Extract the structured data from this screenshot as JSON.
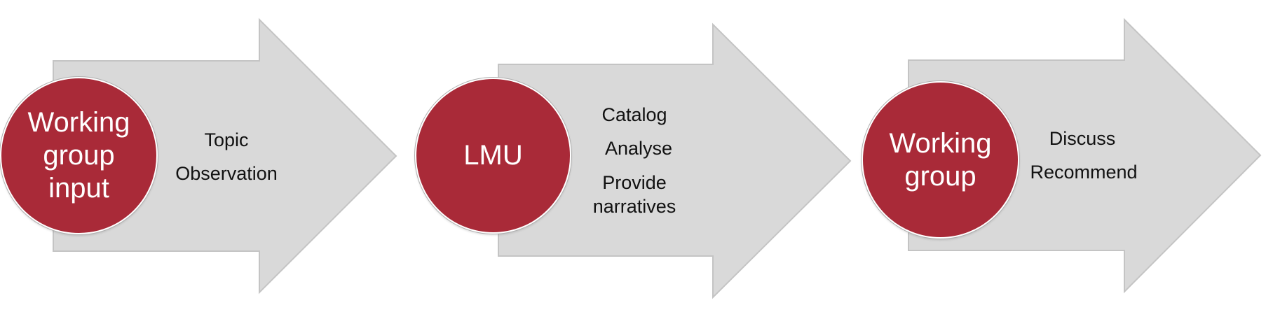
{
  "colors": {
    "arrow_fill": "#d9d9d9",
    "arrow_stroke": "#c4c4c4",
    "circle_fill": "#a92a38",
    "circle_text": "#ffffff",
    "item_text": "#111111"
  },
  "steps": [
    {
      "circle_lines": [
        "Working",
        "group",
        "input"
      ],
      "items": [
        "Topic",
        "Observation"
      ]
    },
    {
      "circle_lines": [
        "LMU"
      ],
      "items": [
        "Catalog",
        "Analyse",
        "Provide",
        "narratives"
      ]
    },
    {
      "circle_lines": [
        "Working",
        "group"
      ],
      "items": [
        "Discuss",
        "Recommend"
      ]
    }
  ]
}
